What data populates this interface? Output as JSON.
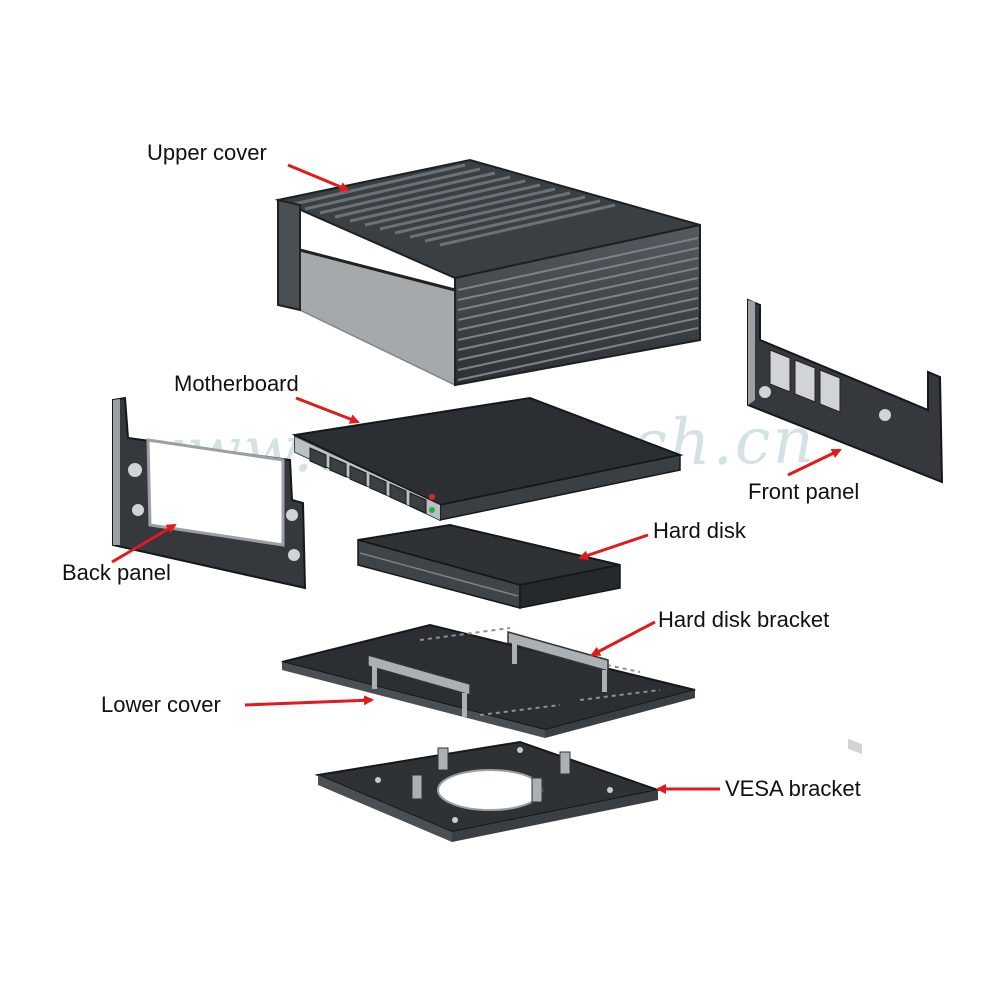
{
  "watermark": "www.ealobaltech.cn",
  "labels": {
    "upper_cover": "Upper cover",
    "motherboard": "Motherboard",
    "front_panel": "Front panel",
    "back_panel": "Back panel",
    "hard_disk": "Hard disk",
    "hard_disk_bracket": "Hard disk bracket",
    "lower_cover": "Lower cover",
    "vesa_bracket": "VESA bracket"
  },
  "colors": {
    "arrow": "#e3191b",
    "metal_dark": "#2e3235",
    "metal_mid": "#4a4f53",
    "metal_light": "#9aa0a4",
    "port": "#c8ccd0"
  }
}
